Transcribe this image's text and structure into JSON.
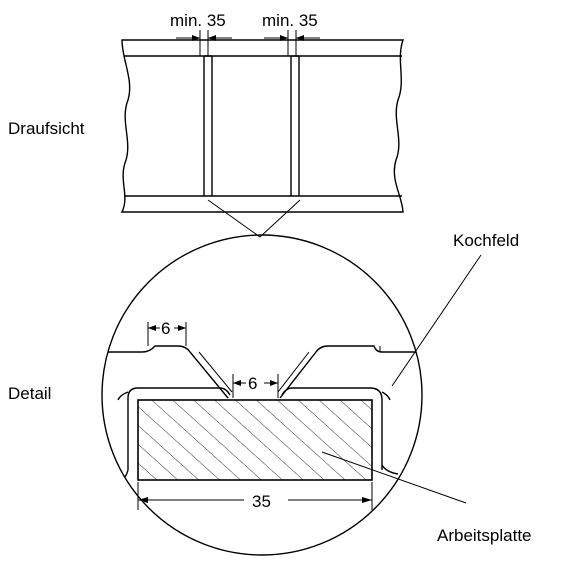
{
  "labels": {
    "top_view": "Draufsicht",
    "detail": "Detail",
    "hob": "Kochfeld",
    "worktop": "Arbeitsplatte"
  },
  "dimensions": {
    "gap_left": "min. 35",
    "gap_right": "min. 35",
    "edge_offset": "6",
    "center_gap": "6",
    "worktop_width": "35"
  }
}
